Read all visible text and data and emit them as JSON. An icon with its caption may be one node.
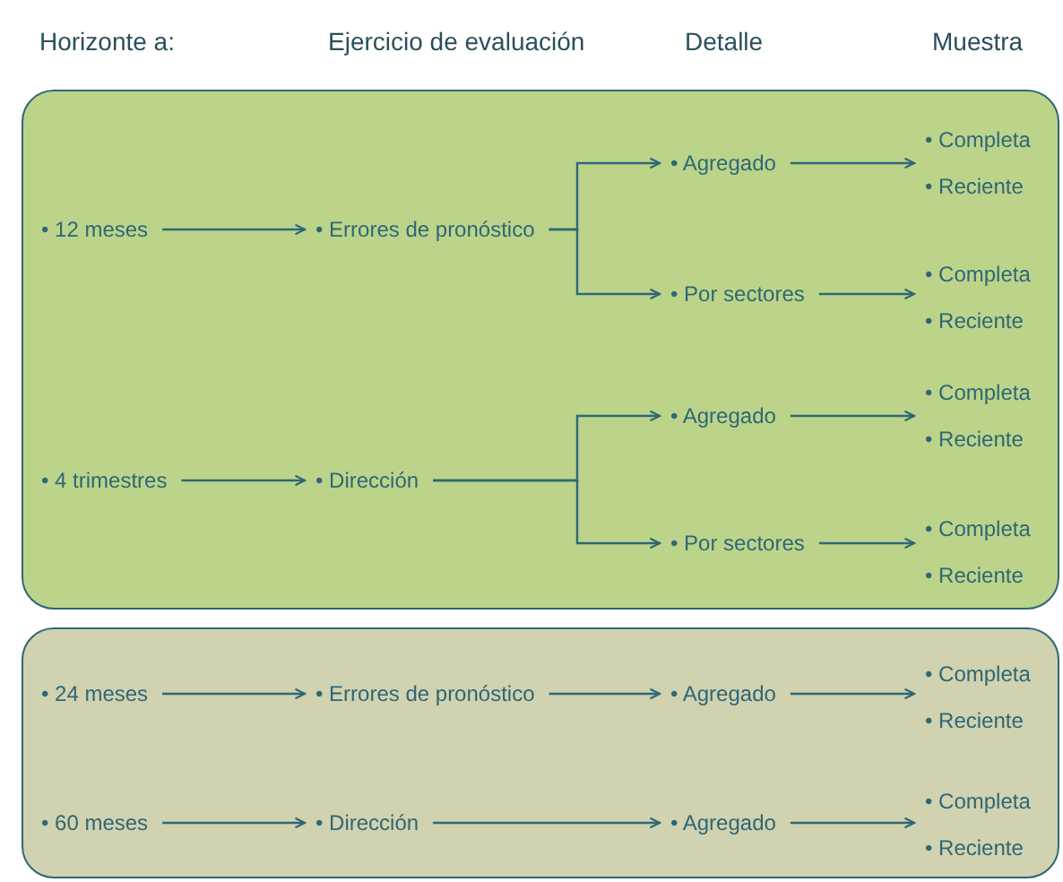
{
  "diagram": {
    "nodes": [
      {
        "text": [],
        "shape": "box"
      },
      {
        "text": [],
        "shape": "box"
      },
      {
        "text": [
          "• 12 meses"
        ],
        "in": 0
      },
      {
        "text": [
          "• Errores de pronóstico"
        ],
        "in": 0
      },
      {
        "text": [
          "• Agregado"
        ],
        "in": 0
      },
      {
        "text": [
          "• Completa",
          "• Reciente"
        ],
        "in": 0
      },
      {
        "text": [
          "• Por sectores"
        ],
        "in": 0
      },
      {
        "text": [
          "• Completa",
          "• Reciente"
        ],
        "in": 0
      },
      {
        "text": [
          "• 4 trimestres"
        ],
        "in": 0
      },
      {
        "text": [
          "• Dirección"
        ],
        "in": 0
      },
      {
        "text": [
          "• Agregado"
        ],
        "in": 0
      },
      {
        "text": [
          "• Completa",
          "• Reciente"
        ],
        "in": 0
      },
      {
        "text": [
          "• Por sectores"
        ],
        "in": 0
      },
      {
        "text": [
          "• Completa",
          "• Reciente"
        ],
        "in": 0
      },
      {
        "text": [
          "• 24 meses"
        ],
        "in": 1
      },
      {
        "text": [
          "• Errores de pronóstico"
        ],
        "in": 1
      },
      {
        "text": [
          "• Agregado"
        ],
        "in": 1
      },
      {
        "text": [
          "• Completa",
          "• Reciente"
        ],
        "in": 1
      },
      {
        "text": [
          "• 60 meses"
        ],
        "in": 1
      },
      {
        "text": [
          "• Dirección"
        ],
        "in": 1
      },
      {
        "text": [
          "• Agregado"
        ],
        "in": 1
      },
      {
        "text": [
          "• Completa",
          "• Reciente"
        ],
        "in": 1
      }
    ],
    "edges": [
      {
        "from": 2,
        "to": 3,
        "arrow": "to"
      },
      {
        "from": 3,
        "to": 4,
        "arrow": "to"
      },
      {
        "from": 3,
        "to": 6,
        "arrow": "to"
      },
      {
        "from": 4,
        "to": 5,
        "arrow": "to"
      },
      {
        "from": 6,
        "to": 7,
        "arrow": "to"
      },
      {
        "from": 8,
        "to": 9,
        "arrow": "to"
      },
      {
        "from": 9,
        "to": 10,
        "arrow": "to"
      },
      {
        "from": 9,
        "to": 12,
        "arrow": "to"
      },
      {
        "from": 10,
        "to": 11,
        "arrow": "to"
      },
      {
        "from": 12,
        "to": 13,
        "arrow": "to"
      },
      {
        "from": 14,
        "to": 15,
        "arrow": "to"
      },
      {
        "from": 15,
        "to": 16,
        "arrow": "to"
      },
      {
        "from": 16,
        "to": 17,
        "arrow": "to"
      },
      {
        "from": 18,
        "to": 19,
        "arrow": "to"
      },
      {
        "from": 19,
        "to": 20,
        "arrow": "to"
      },
      {
        "from": 20,
        "to": 21,
        "arrow": "to"
      }
    ],
    "labels": [
      "Horizonte a:",
      "Ejercicio de evaluación",
      "Detalle",
      "Muestra"
    ]
  }
}
